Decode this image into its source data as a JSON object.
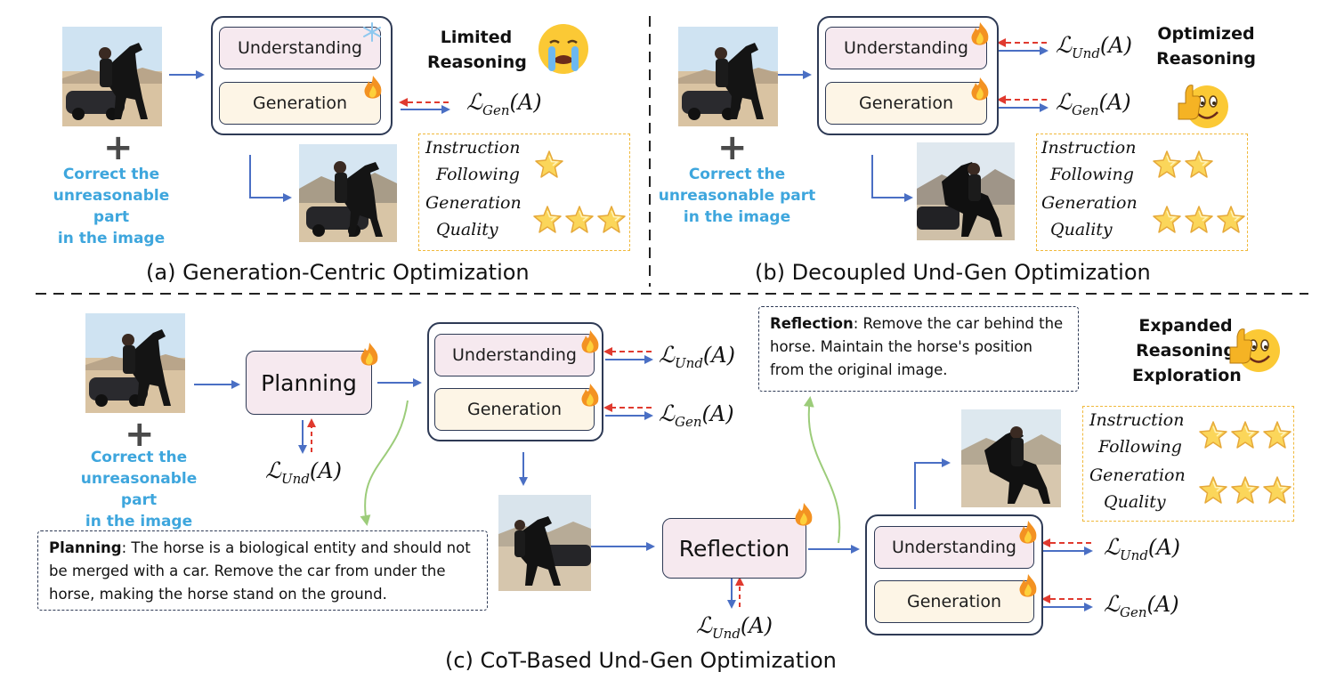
{
  "panel_a": {
    "caption": "(a) Generation-Centric Optimization",
    "prompt_lines": [
      "Correct the",
      "unreasonable part",
      "in the image"
    ],
    "understanding": "Understanding",
    "generation": "Generation",
    "mood_lines": [
      "Limited",
      "Reasoning"
    ],
    "loss_gen_sub": "Gen",
    "rating_labels": [
      "Instruction",
      "Following",
      "Generation",
      "Quality"
    ]
  },
  "panel_b": {
    "caption": "(b) Decoupled Und-Gen Optimization",
    "prompt_lines": [
      "Correct the",
      "unreasonable part",
      "in the image"
    ],
    "understanding": "Understanding",
    "generation": "Generation",
    "mood_lines": [
      "Optimized",
      "Reasoning"
    ],
    "loss_und_sub": "Und",
    "loss_gen_sub": "Gen",
    "rating_labels": [
      "Instruction",
      "Following",
      "Generation",
      "Quality"
    ]
  },
  "panel_c": {
    "caption": "(c) CoT-Based Und-Gen Optimization",
    "prompt_lines": [
      "Correct the",
      "unreasonable part",
      "in the image"
    ],
    "planning": "Planning",
    "reflection": "Reflection",
    "understanding": "Understanding",
    "generation": "Generation",
    "mood_lines": [
      "Expanded",
      "Reasoning",
      "Exploration"
    ],
    "loss_und_sub": "Und",
    "loss_gen_sub": "Gen",
    "rating_labels": [
      "Instruction",
      "Following",
      "Generation",
      "Quality"
    ],
    "planning_label": "Planning",
    "planning_text": ": The horse is a biological entity and should not be merged with a car. Remove the car from under the horse, making the horse stand on the ground.",
    "reflection_label": "Reflection",
    "reflection_text": ": Remove the car behind the horse. Maintain the horse's position from the original image."
  },
  "loss_script": "ℒ",
  "loss_arg": "(A)",
  "colors": {
    "arrow_blue": "#4a6fc4",
    "arrow_red": "#e03a2f",
    "arrow_green": "#9ccc7a",
    "prompt_blue": "#3ea6dd",
    "box_border": "#2e3a55",
    "und_fill": "#f6e9ef",
    "gen_fill": "#fdf5e6",
    "rating_border": "#f0b93c"
  },
  "icons": [
    "fire-icon",
    "snowflake-icon",
    "crying-face-icon",
    "thumbs-up-face-icon",
    "star-icon",
    "plus-icon"
  ]
}
